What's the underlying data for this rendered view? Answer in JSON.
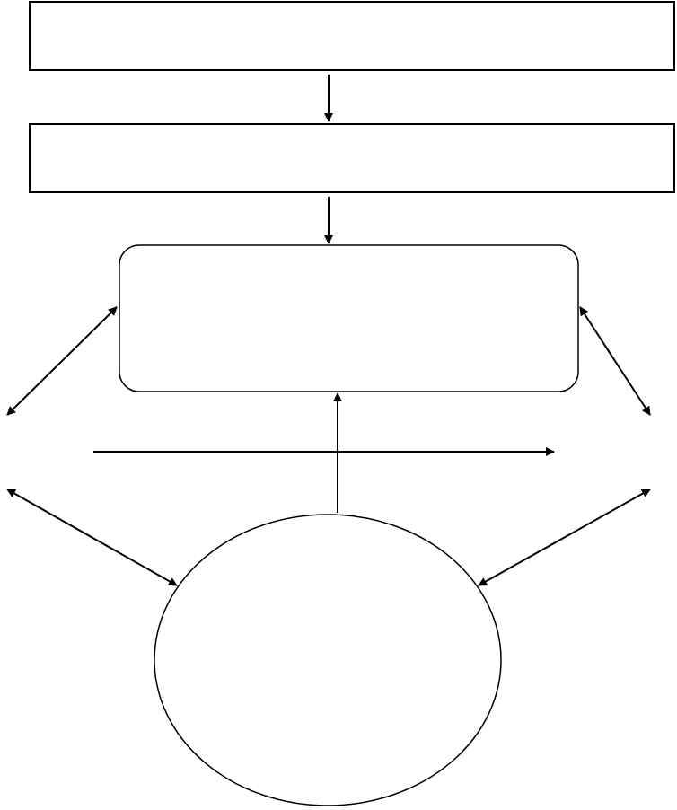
{
  "diagram": {
    "nodes": [
      {
        "id": "top-box",
        "shape": "rectangle",
        "label": ""
      },
      {
        "id": "middle-box",
        "shape": "rectangle",
        "label": ""
      },
      {
        "id": "center-box",
        "shape": "rounded-rectangle",
        "label": ""
      },
      {
        "id": "bottom-ellipse",
        "shape": "ellipse",
        "label": ""
      }
    ],
    "connectors": [
      {
        "id": "top-to-middle",
        "direction": "single"
      },
      {
        "id": "middle-to-center",
        "direction": "single"
      },
      {
        "id": "ellipse-to-center",
        "direction": "single"
      },
      {
        "id": "left-to-right",
        "direction": "single"
      },
      {
        "id": "center-to-upper-left",
        "direction": "double"
      },
      {
        "id": "center-to-upper-right",
        "direction": "double"
      },
      {
        "id": "ellipse-to-lower-left",
        "direction": "double"
      },
      {
        "id": "ellipse-to-lower-right",
        "direction": "double"
      }
    ],
    "colors": {
      "stroke": "#000000",
      "fill": "#ffffff"
    }
  }
}
